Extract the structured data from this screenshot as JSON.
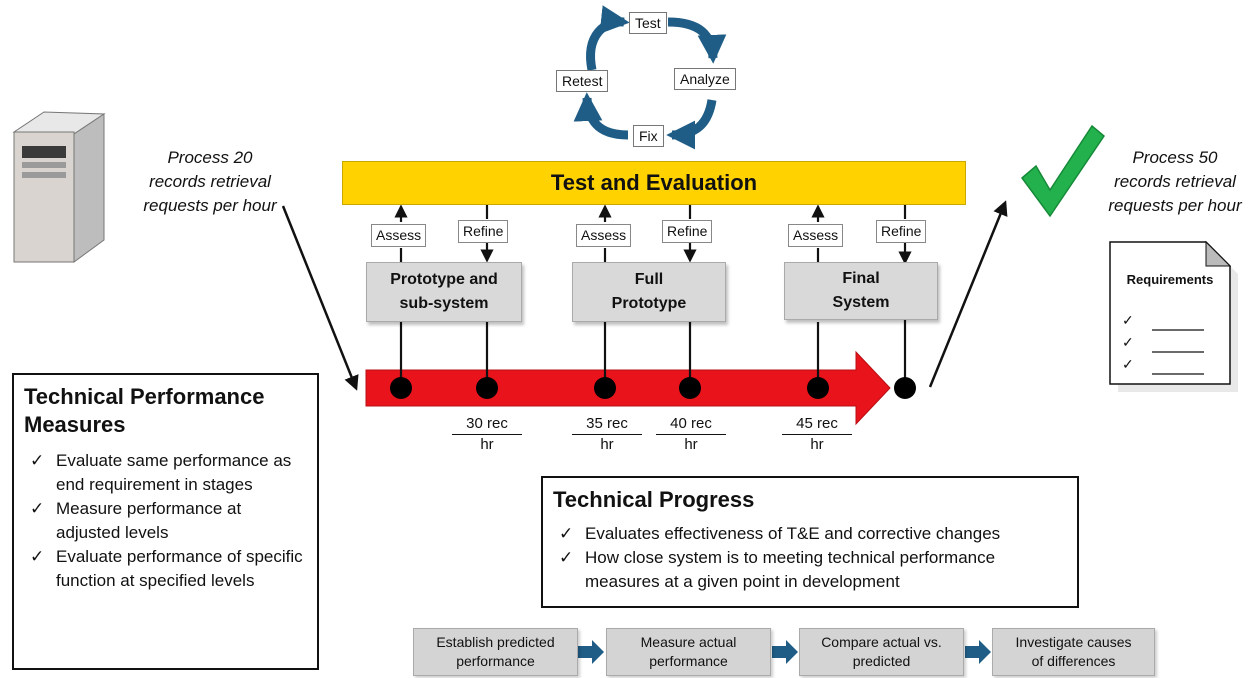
{
  "cycle": {
    "test": "Test",
    "analyze": "Analyze",
    "fix": "Fix",
    "retest": "Retest"
  },
  "left_note": "Process 20\nrecords retrieval\nrequests per hour",
  "right_note": "Process 50\nrecords retrieval\nrequests per hour",
  "te_bar": "Test and Evaluation",
  "labels": {
    "assess": "Assess",
    "refine": "Refine"
  },
  "stages": [
    {
      "name": "Prototype and\nsub-system"
    },
    {
      "name": "Full\nPrototype"
    },
    {
      "name": "Final\nSystem"
    }
  ],
  "rates": [
    {
      "num": "30 rec",
      "den": "hr"
    },
    {
      "num": "35 rec",
      "den": "hr"
    },
    {
      "num": "40 rec",
      "den": "hr"
    },
    {
      "num": "45 rec",
      "den": "hr"
    }
  ],
  "requirements_doc": {
    "title": "Requirements",
    "check": "✓"
  },
  "tpm": {
    "title": "Technical Performance Measures",
    "items": [
      "Evaluate same performance as end requirement in stages",
      "Measure performance at adjusted levels",
      "Evaluate performance of specific function at specified levels"
    ]
  },
  "progress": {
    "title": "Technical Progress",
    "items": [
      "Evaluates effectiveness of T&E and corrective changes",
      "How close system is to meeting technical performance measures at a given point in development"
    ]
  },
  "flow": [
    "Establish predicted\nperformance",
    "Measure actual\nperformance",
    "Compare actual vs.\npredicted",
    "Investigate causes\nof differences"
  ],
  "checkmark": "✓",
  "colors": {
    "bar_yellow": "#ffd200",
    "arrow_red": "#e8131b",
    "cycle_blue": "#1f5d86",
    "check_green": "#22b14c",
    "flow_arrow": "#1f5d86"
  }
}
